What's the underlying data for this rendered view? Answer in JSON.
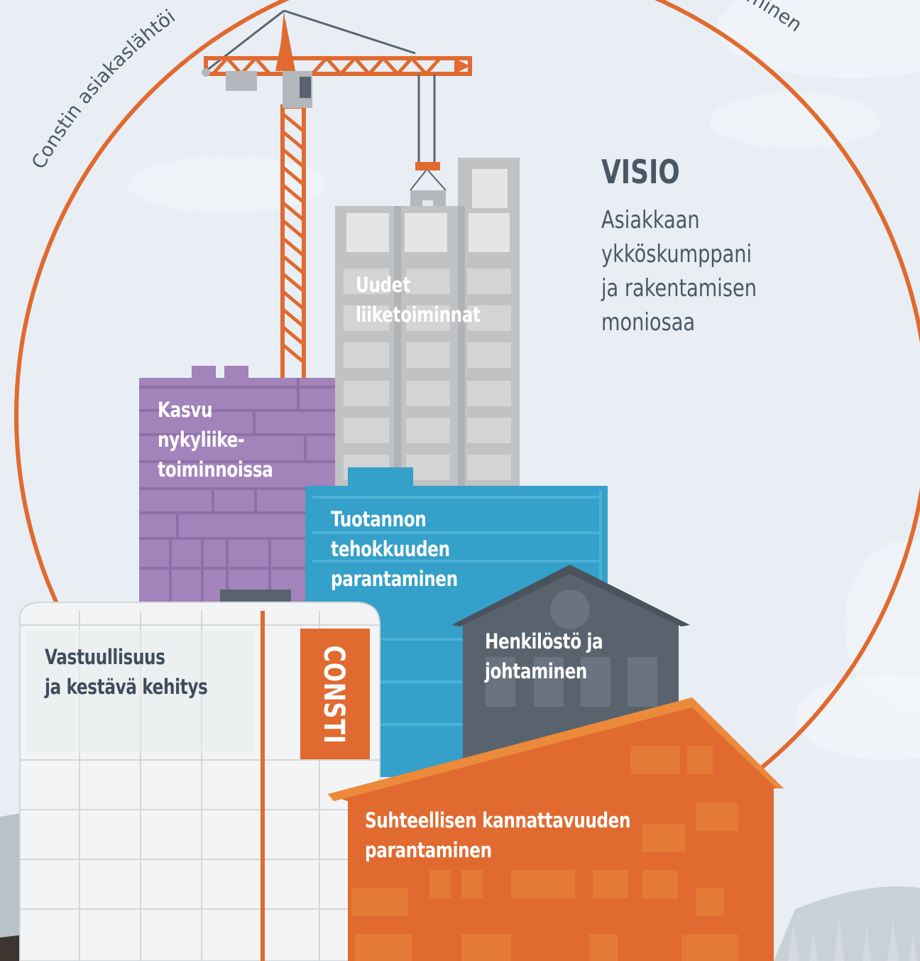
{
  "arc_texts": {
    "left": "Constin asiakaslähtöi",
    "right": "minen"
  },
  "visio": {
    "title": "VISIO",
    "text": "Asiakkaan ykköskumppani\nja rakentamisen moniosaa"
  },
  "buildings": {
    "new_business": "Uudet\nliiketoiminnat",
    "growth": "Kasvu\nnykyliike-\ntoiminnoissa",
    "production": "Tuotannon\ntehokkuuden\nparantaminen",
    "personnel": "Henkilöstö ja\njohtaminen",
    "responsibility": "Vastuullisuus\nja kestävä kehitys",
    "profitability": "Suhteellisen kannattavuuden\nparantaminen"
  },
  "logo": "CONSTI",
  "colors": {
    "orange": "#e06a2f",
    "purple": "#a283ba",
    "blue": "#35a0c9",
    "grey": "#c0c2c4",
    "slate": "#58636e"
  }
}
